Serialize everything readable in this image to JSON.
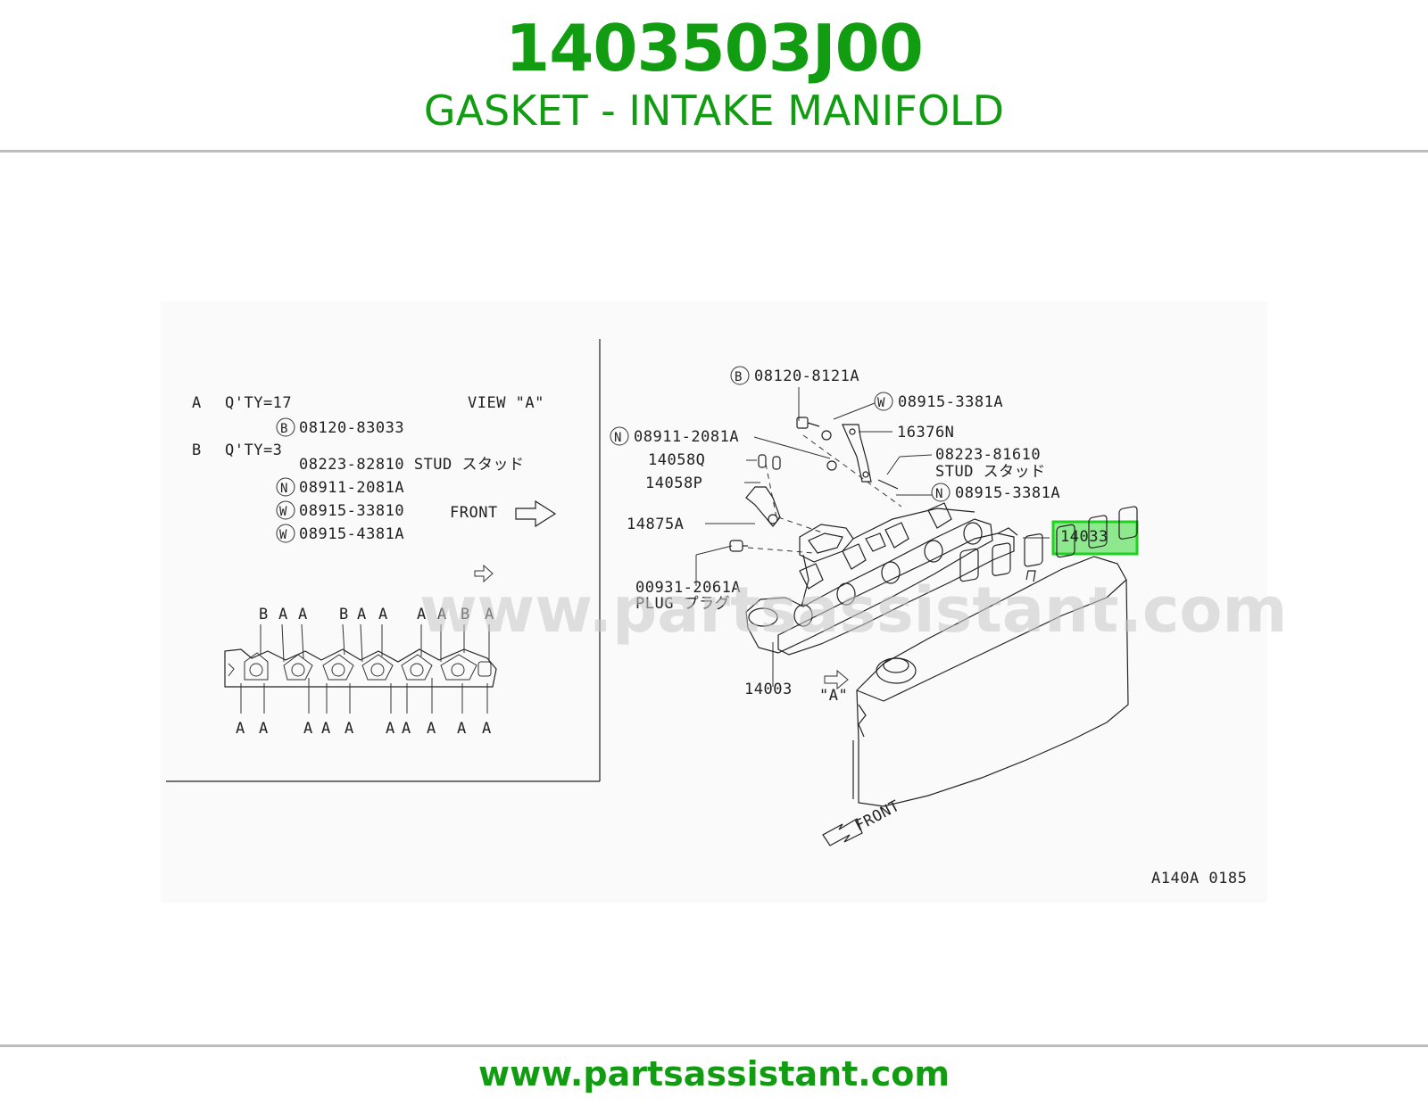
{
  "header": {
    "part_number": "1403503J00",
    "part_name": "GASKET - INTAKE MANIFOLD"
  },
  "footer": {
    "url": "www.partsassistant.com"
  },
  "watermark": "www.partsassistant.com",
  "colors": {
    "brand_green": "#129c12",
    "highlight_border": "#1fd21f",
    "highlight_fill": "#8ee88e"
  },
  "diagram": {
    "view_a": {
      "title": "VIEW \"A\"",
      "qty_a_key": "A",
      "qty_a": "Q'TY=17",
      "qty_a_parts": [
        "08120-83033"
      ],
      "qty_a_badges": [
        "B"
      ],
      "qty_b_key": "B",
      "qty_b": "Q'TY=3",
      "qty_b_parts": [
        "08223-82810 STUD スタッド",
        "08911-2081A",
        "08915-33810",
        "08915-4381A"
      ],
      "qty_b_badges": [
        "",
        "N",
        "W",
        "W"
      ],
      "front": "FRONT",
      "top_letters": [
        "B",
        "A",
        "A",
        "B",
        "A",
        "A",
        "A",
        "A",
        "B",
        "A"
      ],
      "bottom_letters": [
        "A",
        "A",
        "A",
        "A",
        "A",
        "A",
        "A",
        "A",
        "A",
        "A"
      ]
    },
    "callouts": {
      "p08120_8121A": "08120-8121A",
      "p08915_3381A_top": "08915-3381A",
      "p16376N": "16376N",
      "p08911_2081A": "08911-2081A",
      "p08223_81610": "08223-81610",
      "stud": "STUD スタッド",
      "p14058Q": "14058Q",
      "p14058P": "14058P",
      "p08915_3381A_bottom": "08915-3381A",
      "p14875A": "14875A",
      "p14033": "14033",
      "p00931_2061A": "00931-2061A",
      "plug": "PLUG プラグ",
      "p14003": "14003",
      "view_a_marker": "\"A\"",
      "front": "FRONT"
    },
    "badges": {
      "b": "B",
      "w": "W",
      "n": "N"
    },
    "figure_code": "A140A 0185"
  }
}
